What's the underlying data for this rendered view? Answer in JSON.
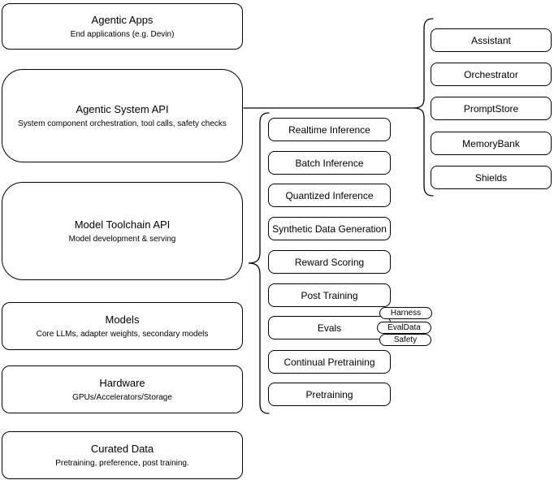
{
  "diagram": {
    "left_column": {
      "boxes": [
        {
          "title": "Agentic Apps",
          "subtitle": "End applications (e.g. Devin)"
        },
        {
          "title": "Agentic System API",
          "subtitle": "System component orchestration, tool calls, safety checks"
        },
        {
          "title": "Model Toolchain API",
          "subtitle": "Model development & serving"
        },
        {
          "title": "Models",
          "subtitle": "Core LLMs, adapter weights, secondary models"
        },
        {
          "title": "Hardware",
          "subtitle": "GPUs/Accelerators/Storage"
        },
        {
          "title": "Curated Data",
          "subtitle": "Pretraining, preference, post training."
        }
      ]
    },
    "toolchain_group": {
      "items": [
        {
          "label": "Realtime Inference"
        },
        {
          "label": "Batch Inference"
        },
        {
          "label": "Quantized Inference"
        },
        {
          "label": "Synthetic Data Generation"
        },
        {
          "label": "Reward Scoring"
        },
        {
          "label": "Post Training"
        },
        {
          "label": "Evals"
        },
        {
          "label": "Continual Pretraining"
        },
        {
          "label": "Pretraining"
        }
      ],
      "eval_tags": [
        {
          "label": "Harness"
        },
        {
          "label": "EvalData"
        },
        {
          "label": "Safety"
        }
      ]
    },
    "system_group": {
      "items": [
        {
          "label": "Assistant"
        },
        {
          "label": "Orchestrator"
        },
        {
          "label": "PromptStore"
        },
        {
          "label": "MemoryBank"
        },
        {
          "label": "Shields"
        }
      ]
    },
    "colors": {
      "stroke": "#000000",
      "fill": "#ffffff",
      "text": "#000000"
    }
  }
}
